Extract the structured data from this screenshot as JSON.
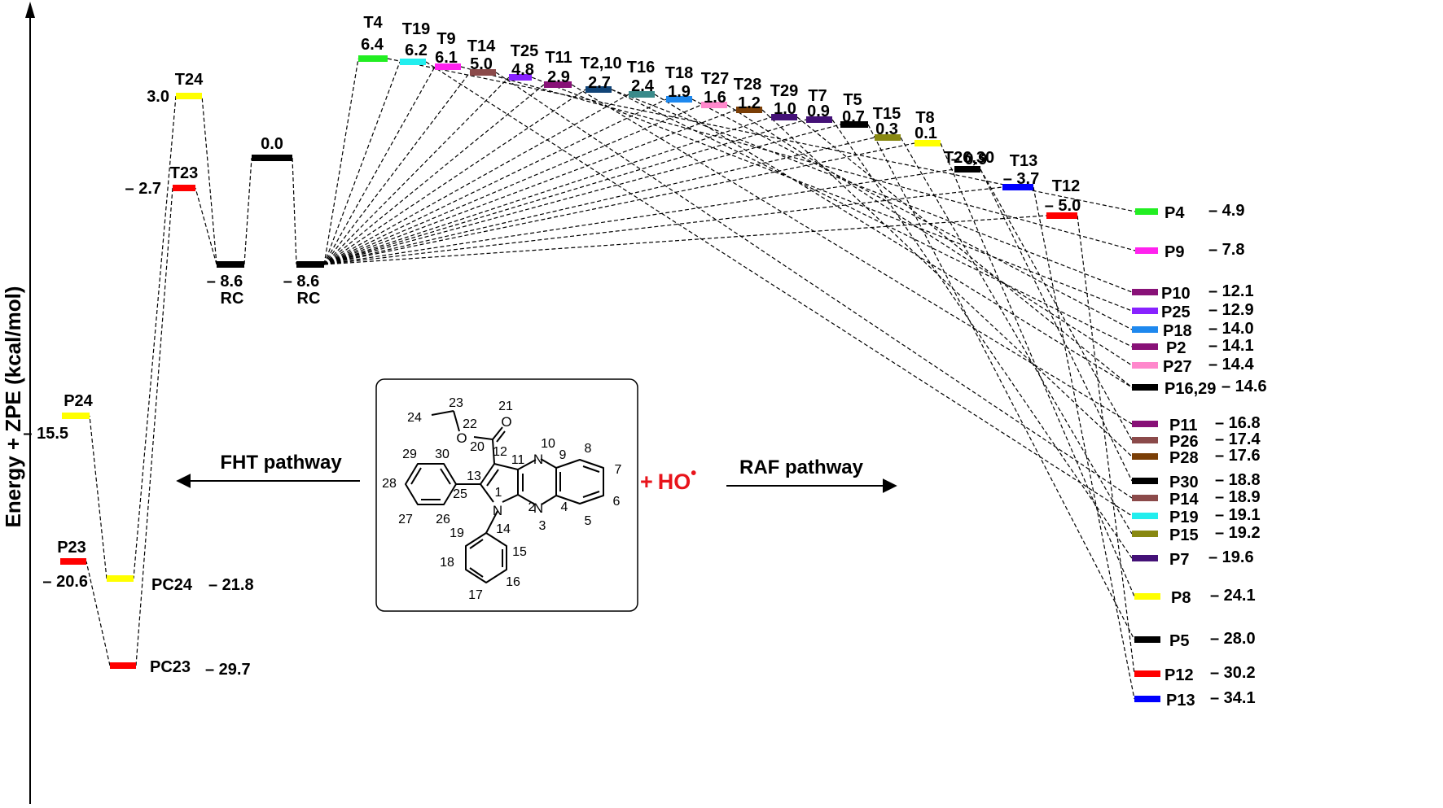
{
  "axis": {
    "label": "Energy + ZPE (kcal/mol)"
  },
  "legend": {
    "fht": "FHT pathway",
    "raf": "RAF pathway",
    "plus": "+",
    "radical": "HO",
    "radical_dot": "•"
  },
  "palette": {
    "yellow": "#ffff00",
    "red": "#ff0000",
    "black": "#000000",
    "green": "#22ee22",
    "cyan": "#22eeee",
    "magenta": "#ff22ee",
    "brown": "#8b4a4a",
    "violet": "#8822ff",
    "purple": "#881177",
    "navy": "#114477",
    "teal": "#3a8a8a",
    "azure": "#1e88ee",
    "pink": "#ff88cc",
    "darkbrown": "#7a3e06",
    "indigo": "#441177",
    "olive": "#888811",
    "blue": "#0000ff"
  },
  "levels": [
    {
      "id": "t24",
      "name": "T24",
      "energy": "3.0",
      "color": "yellow"
    },
    {
      "id": "t23",
      "name": "T23",
      "energy": "– 2.7",
      "color": "red"
    },
    {
      "id": "r0",
      "name": "",
      "energy": "0.0",
      "color": "black"
    },
    {
      "id": "rcL",
      "name": "RC",
      "energy": "– 8.6",
      "color": "black"
    },
    {
      "id": "rcR",
      "name": "RC",
      "energy": "– 8.6",
      "color": "black"
    },
    {
      "id": "p24",
      "name": "P24",
      "energy": "– 15.5",
      "color": "yellow"
    },
    {
      "id": "p23",
      "name": "P23",
      "energy": "– 20.6",
      "color": "red"
    },
    {
      "id": "pc24",
      "name": "PC24",
      "energy": "– 21.8",
      "color": "yellow"
    },
    {
      "id": "pc23",
      "name": "PC23",
      "energy": "– 29.7",
      "color": "red"
    },
    {
      "id": "t4",
      "name": "T4",
      "energy": "6.4",
      "color": "green"
    },
    {
      "id": "t19",
      "name": "T19",
      "energy": "6.2",
      "color": "cyan"
    },
    {
      "id": "t9",
      "name": "T9",
      "energy": "6.1",
      "color": "magenta"
    },
    {
      "id": "t14",
      "name": "T14",
      "energy": "5.0",
      "color": "brown"
    },
    {
      "id": "t25",
      "name": "T25",
      "energy": "4.8",
      "color": "violet"
    },
    {
      "id": "t11",
      "name": "T11",
      "energy": "2.9",
      "color": "purple"
    },
    {
      "id": "t2_10",
      "name": "T2,10",
      "energy": "2.7",
      "color": "navy"
    },
    {
      "id": "t16",
      "name": "T16",
      "energy": "2.4",
      "color": "teal"
    },
    {
      "id": "t18",
      "name": "T18",
      "energy": "1.9",
      "color": "azure"
    },
    {
      "id": "t27",
      "name": "T27",
      "energy": "1.6",
      "color": "pink"
    },
    {
      "id": "t28",
      "name": "T28",
      "energy": "1.2",
      "color": "darkbrown"
    },
    {
      "id": "t29",
      "name": "T29",
      "energy": "1.0",
      "color": "indigo"
    },
    {
      "id": "t7",
      "name": "T7",
      "energy": "0.9",
      "color": "indigo"
    },
    {
      "id": "t5",
      "name": "T5",
      "energy": "0.7",
      "color": "black"
    },
    {
      "id": "t15",
      "name": "T15",
      "energy": "0.3",
      "color": "olive"
    },
    {
      "id": "t8",
      "name": "T8",
      "energy": "0.1",
      "color": "yellow"
    },
    {
      "id": "t26_30",
      "name": "T26,30",
      "energy": "– 0.9",
      "color": "black"
    },
    {
      "id": "t13",
      "name": "T13",
      "energy": "– 3.7",
      "color": "blue"
    },
    {
      "id": "t12",
      "name": "T12",
      "energy": "– 5.0",
      "color": "red"
    },
    {
      "id": "p4",
      "name": "P4",
      "energy": "– 4.9",
      "color": "green"
    },
    {
      "id": "p9",
      "name": "P9",
      "energy": "– 7.8",
      "color": "magenta"
    },
    {
      "id": "p10",
      "name": "P10",
      "energy": "– 12.1",
      "color": "purple"
    },
    {
      "id": "p25",
      "name": "P25",
      "energy": "– 12.9",
      "color": "violet"
    },
    {
      "id": "p18",
      "name": "P18",
      "energy": "– 14.0",
      "color": "azure"
    },
    {
      "id": "p2",
      "name": "P2",
      "energy": "– 14.1",
      "color": "purple"
    },
    {
      "id": "p27",
      "name": "P27",
      "energy": "– 14.4",
      "color": "pink"
    },
    {
      "id": "p16_29",
      "name": "P16,29",
      "energy": "– 14.6",
      "color": "black"
    },
    {
      "id": "p11",
      "name": "P11",
      "energy": "– 16.8",
      "color": "purple"
    },
    {
      "id": "p26",
      "name": "P26",
      "energy": "– 17.4",
      "color": "brown"
    },
    {
      "id": "p28",
      "name": "P28",
      "energy": "– 17.6",
      "color": "darkbrown"
    },
    {
      "id": "p30",
      "name": "P30",
      "energy": "– 18.8",
      "color": "black"
    },
    {
      "id": "p14",
      "name": "P14",
      "energy": "– 18.9",
      "color": "brown"
    },
    {
      "id": "p19",
      "name": "P19",
      "energy": "– 19.1",
      "color": "cyan"
    },
    {
      "id": "p15",
      "name": "P15",
      "energy": "– 19.2",
      "color": "olive"
    },
    {
      "id": "p7",
      "name": "P7",
      "energy": "– 19.6",
      "color": "indigo"
    },
    {
      "id": "p8",
      "name": "P8",
      "energy": "– 24.1",
      "color": "yellow"
    },
    {
      "id": "p5",
      "name": "P5",
      "energy": "– 28.0",
      "color": "black"
    },
    {
      "id": "p12",
      "name": "P12",
      "energy": "– 30.2",
      "color": "red"
    },
    {
      "id": "p13",
      "name": "P13",
      "energy": "– 34.1",
      "color": "blue"
    }
  ],
  "connections": [
    [
      "rcL",
      "t24"
    ],
    [
      "rcL",
      "t23"
    ],
    [
      "rcL",
      "r0"
    ],
    [
      "r0",
      "rcR"
    ],
    [
      "t24",
      "pc24"
    ],
    [
      "t23",
      "pc23"
    ],
    [
      "pc24",
      "p24"
    ],
    [
      "pc23",
      "p23"
    ],
    [
      "rcR",
      "t4"
    ],
    [
      "rcR",
      "t19"
    ],
    [
      "rcR",
      "t9"
    ],
    [
      "rcR",
      "t14"
    ],
    [
      "rcR",
      "t25"
    ],
    [
      "rcR",
      "t11"
    ],
    [
      "rcR",
      "t2_10"
    ],
    [
      "rcR",
      "t16"
    ],
    [
      "rcR",
      "t18"
    ],
    [
      "rcR",
      "t27"
    ],
    [
      "rcR",
      "t28"
    ],
    [
      "rcR",
      "t29"
    ],
    [
      "rcR",
      "t7"
    ],
    [
      "rcR",
      "t5"
    ],
    [
      "rcR",
      "t15"
    ],
    [
      "rcR",
      "t8"
    ],
    [
      "rcR",
      "t26_30"
    ],
    [
      "rcR",
      "t13"
    ],
    [
      "rcR",
      "t12"
    ],
    [
      "t4",
      "p4"
    ],
    [
      "t19",
      "p19"
    ],
    [
      "t9",
      "p9"
    ],
    [
      "t14",
      "p14"
    ],
    [
      "t25",
      "p25"
    ],
    [
      "t11",
      "p11"
    ],
    [
      "t2_10",
      "p2"
    ],
    [
      "t2_10",
      "p10"
    ],
    [
      "t16",
      "p16_29"
    ],
    [
      "t18",
      "p18"
    ],
    [
      "t27",
      "p27"
    ],
    [
      "t28",
      "p28"
    ],
    [
      "t29",
      "p16_29"
    ],
    [
      "t7",
      "p7"
    ],
    [
      "t5",
      "p5"
    ],
    [
      "t15",
      "p15"
    ],
    [
      "t8",
      "p8"
    ],
    [
      "t26_30",
      "p26"
    ],
    [
      "t26_30",
      "p30"
    ],
    [
      "t13",
      "p13"
    ],
    [
      "t12",
      "p12"
    ]
  ],
  "molecule": {
    "atoms": [
      "N",
      "N",
      "N",
      "O",
      "O"
    ],
    "numbers": [
      "1",
      "2",
      "3",
      "4",
      "5",
      "6",
      "7",
      "8",
      "9",
      "10",
      "11",
      "12",
      "13",
      "14",
      "15",
      "16",
      "17",
      "18",
      "19",
      "20",
      "21",
      "22",
      "23",
      "24",
      "25",
      "26",
      "27",
      "28",
      "29",
      "30"
    ]
  }
}
